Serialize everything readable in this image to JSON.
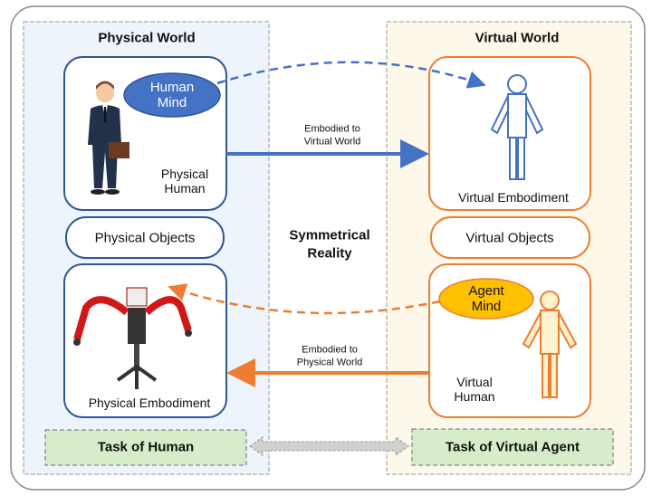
{
  "title": "Symmetrical Reality",
  "physical_world": {
    "heading": "Physical World",
    "human_mind": [
      "Human",
      "Mind"
    ],
    "physical_human": [
      "Physical",
      "Human"
    ],
    "physical_objects": "Physical Objects",
    "physical_embodiment": "Physical Embodiment",
    "task": "Task of Human"
  },
  "virtual_world": {
    "heading": "Virtual World",
    "virtual_embodiment": "Virtual Embodiment",
    "virtual_objects": "Virtual Objects",
    "agent_mind": [
      "Agent",
      "Mind"
    ],
    "virtual_human": [
      "Virtual",
      "Human"
    ],
    "task": "Task of Virtual Agent"
  },
  "center": {
    "title": [
      "Symmetrical",
      "Reality"
    ],
    "to_virtual": [
      "Embodied to",
      "Virtual World"
    ],
    "to_physical": [
      "Embodied to",
      "Physical World"
    ]
  },
  "colors": {
    "blue": "#2f5597",
    "blue_fill": "#4472c4",
    "orange": "#ed7d31",
    "gold": "#ffc000",
    "task_green": "#d9ecc9"
  }
}
